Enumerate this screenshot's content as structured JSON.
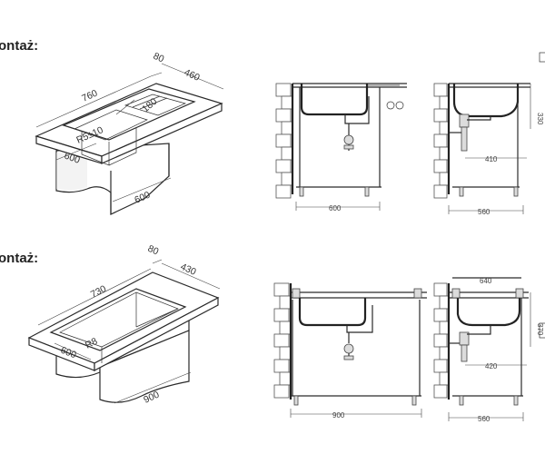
{
  "sections": [
    {
      "heading": "ontaż:",
      "iso": {
        "d_top_front": "760",
        "d_top_side": "80",
        "d_top_depth": "460",
        "d_radius": "R5±10",
        "d_bowl_front": "600",
        "d_bowl_side": "180",
        "d_cabinet": "600"
      },
      "front": {
        "d_width": "600"
      },
      "side": {
        "d_height": "330",
        "d_drain": "410",
        "d_depth": "560"
      }
    },
    {
      "heading": "ontaż:",
      "iso": {
        "d_top_front": "730",
        "d_top_side": "80",
        "d_top_depth": "430",
        "d_radius": "R8",
        "d_bowl_front": "600",
        "d_cabinet": "900"
      },
      "front": {
        "d_width": "900"
      },
      "side": {
        "d_top": "640",
        "d_height": "370",
        "d_drain": "420",
        "d_depth": "560"
      }
    }
  ]
}
